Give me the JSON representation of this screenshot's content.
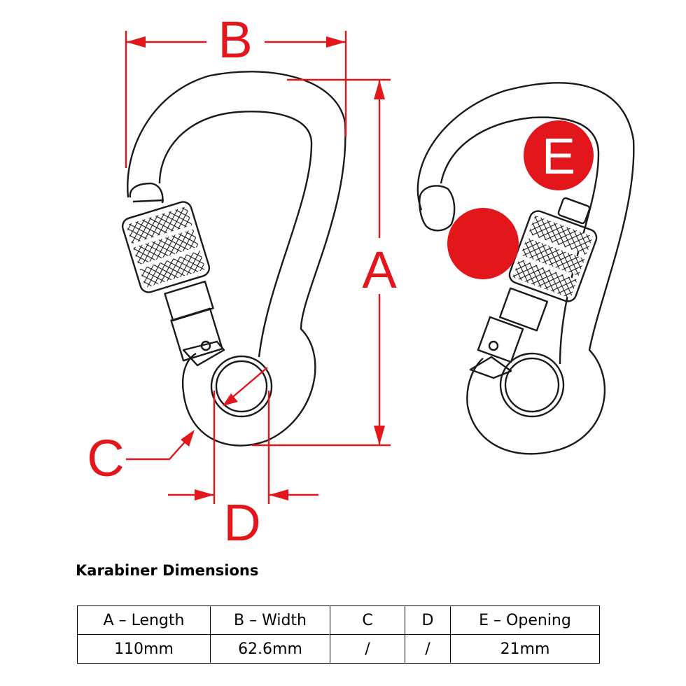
{
  "labels": {
    "a": "A",
    "b": "B",
    "c": "C",
    "d": "D",
    "e": "E"
  },
  "colors": {
    "accent": "#e3161b",
    "outline": "#1a1a1a",
    "fill": "#ffffff"
  },
  "table": {
    "title": "Karabiner Dimensions",
    "headers": [
      "A – Length",
      "B – Width",
      "C",
      "D",
      "E – Opening"
    ],
    "values": [
      "110mm",
      "62.6mm",
      "/",
      "/",
      "21mm"
    ]
  }
}
